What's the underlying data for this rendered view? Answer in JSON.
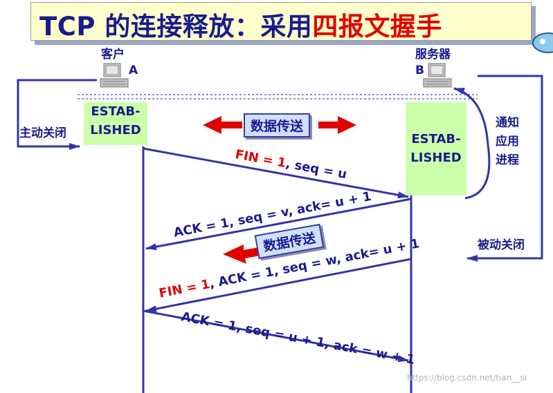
{
  "title": {
    "prefix": "TCP 的连接释放：采用",
    "emphasis": "四报文握手"
  },
  "client": {
    "name": "客户",
    "letter": "A",
    "state": [
      "ESTAB-",
      "LISHED"
    ]
  },
  "server": {
    "name": "服务器",
    "letter": "B",
    "state": [
      "ESTAB-",
      "LISHED"
    ]
  },
  "side_labels": {
    "active_close": "主动关闭",
    "notify_app": [
      "通知",
      "应用",
      "进程"
    ],
    "passive_close": "被动关闭"
  },
  "data_transfer": "数据传送",
  "messages": [
    {
      "red": "FIN = 1",
      "rest": ", seq = u"
    },
    {
      "red": "",
      "rest": "ACK = 1, seq = v, ack= u + 1"
    },
    {
      "red": "FIN = 1",
      "rest": ", ACK = 1, seq = w, ack= u + 1"
    },
    {
      "red": "",
      "rest": "ACK = 1, seq = u + 1, ack = w + 1"
    }
  ],
  "watermark": "https://blog.csdn.net/tian__si",
  "colors": {
    "navy": "#1a1a8c",
    "red": "#e00000",
    "green": "#ccffaa",
    "title_bg": "#ffffcc",
    "line": "#3333aa"
  }
}
